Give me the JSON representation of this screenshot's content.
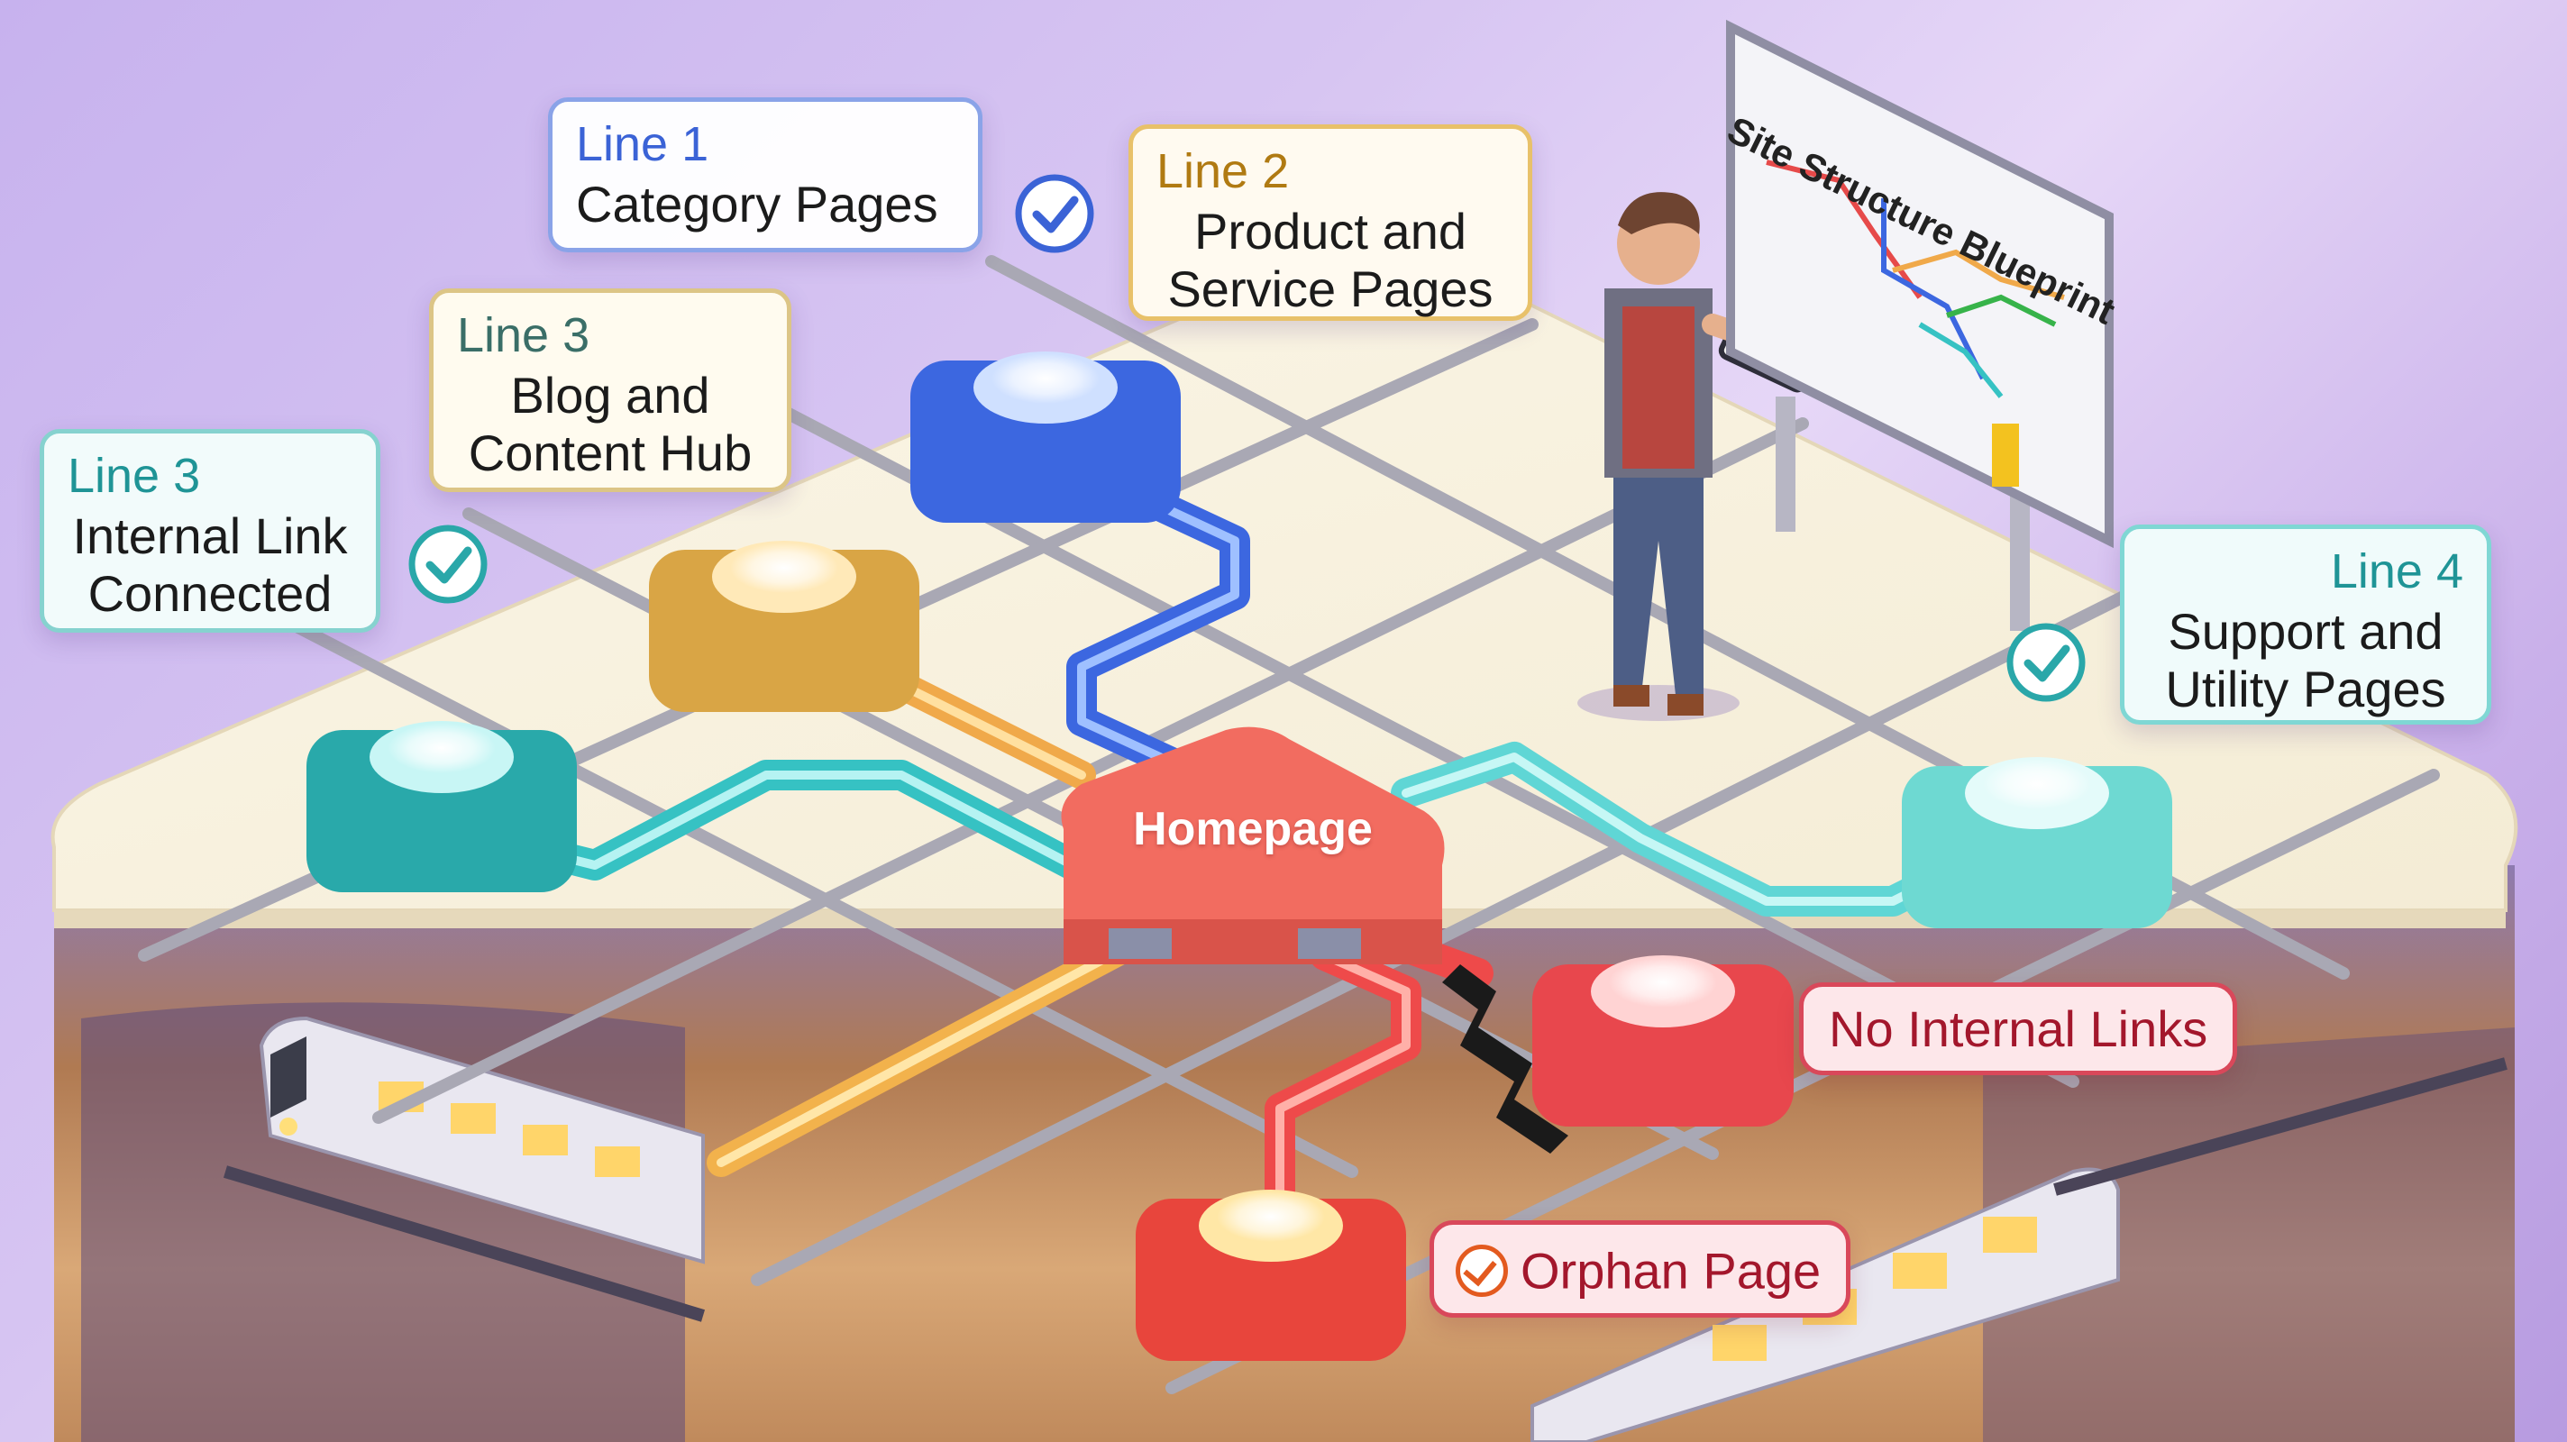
{
  "hub": {
    "label": "Homepage",
    "color": "#f0685e"
  },
  "callouts": {
    "line1": {
      "line": "Line 1",
      "desc": "Category Pages",
      "color": "#3b63d6"
    },
    "line2": {
      "line": "Line 2",
      "desc": "Product and\nService Pages",
      "color": "#c98a1a"
    },
    "line3_blog": {
      "line": "Line 3",
      "desc": "Blog and\nContent Hub",
      "color": "#c9a54a"
    },
    "line3_internal": {
      "line": "Line 3",
      "desc": "Internal Link\nConnected",
      "color": "#2aa7a9"
    },
    "line4": {
      "line": "Line 4",
      "desc": "Support and\nUtility Pages",
      "color": "#3cbfc0"
    }
  },
  "status": {
    "no_links": {
      "text": "No Internal Links",
      "color": "#d9485a"
    },
    "orphan": {
      "text": "Orphan Page",
      "color": "#d9485a"
    }
  },
  "board": {
    "title": "Site Structure Blueprint"
  },
  "icons": {
    "check": "check-circle-icon",
    "crack": "broken-link-icon",
    "person": "person-with-clipboard-icon",
    "train": "subway-train-icon"
  }
}
